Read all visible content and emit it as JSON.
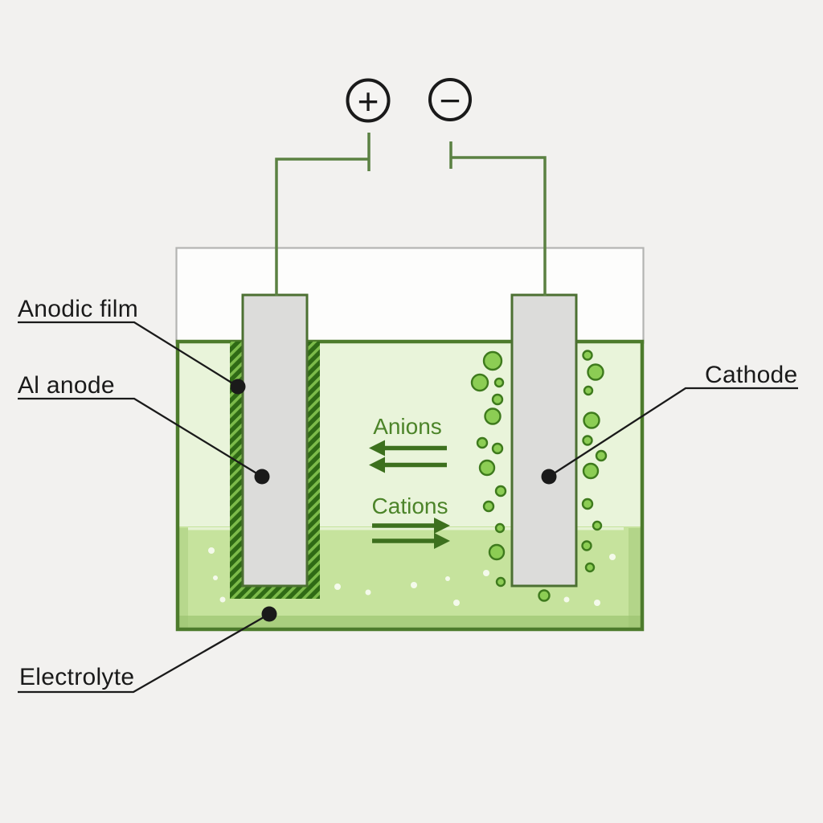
{
  "diagram": {
    "terminals": {
      "positive_symbol": "+",
      "negative_symbol": "−"
    },
    "callouts": {
      "anodic_film": "Anodic film",
      "al_anode": "Al anode",
      "cathode": "Cathode",
      "electrolyte": "Electrolyte"
    },
    "ion_flow": {
      "anions_label": "Anions",
      "cations_label": "Cations"
    }
  },
  "colors": {
    "bg": "#f2f1ef",
    "ink": "#1a1a1a",
    "tank_upper_fill": "#fdfdfc",
    "tank_upper_border": "#b4b4b2",
    "tank_border": "#4d7b2c",
    "liquid_light": "#e9f4da",
    "liquid_mid": "#c6e39d",
    "liquid_shadow": "#9cc470",
    "film_base": "#2f6a15",
    "film_stripe": "#7cbb4a",
    "electrode_fill": "#dcdcda",
    "electrode_border": "#4c7032",
    "wire": "#5b8142",
    "arrow": "#3d701e",
    "ion_text": "#4c8429",
    "bubble_fill": "#8ccd54",
    "bubble_stroke": "#3e7a1d",
    "terminal_fill": "#f5f4f2"
  },
  "decorations": {
    "bubbles": [
      [
        613,
        449,
        11
      ],
      [
        597,
        476,
        10
      ],
      [
        621,
        476,
        5
      ],
      [
        619,
        497,
        6
      ],
      [
        613,
        518,
        9.5
      ],
      [
        600,
        551,
        6
      ],
      [
        619,
        558,
        6
      ],
      [
        606,
        582,
        9
      ],
      [
        623,
        611,
        6
      ],
      [
        608,
        630,
        6
      ],
      [
        622,
        657,
        5
      ],
      [
        618,
        687,
        9
      ],
      [
        623,
        724,
        5
      ],
      [
        677,
        741,
        6.5
      ],
      [
        731,
        442,
        5.5
      ],
      [
        741,
        463,
        9.5
      ],
      [
        732,
        486,
        5
      ],
      [
        736,
        523,
        9.5
      ],
      [
        731,
        548,
        5.5
      ],
      [
        748,
        567,
        6
      ],
      [
        735,
        586,
        9
      ],
      [
        731,
        627,
        6
      ],
      [
        743,
        654,
        5
      ],
      [
        730,
        679,
        5.5
      ],
      [
        734,
        706,
        5
      ]
    ],
    "speckles": [
      [
        263,
        685,
        4
      ],
      [
        268,
        719,
        3
      ],
      [
        277,
        746,
        3.5
      ],
      [
        420,
        730,
        4
      ],
      [
        458,
        737,
        3.5
      ],
      [
        515,
        728,
        4
      ],
      [
        557,
        720,
        3
      ],
      [
        568,
        750,
        4
      ],
      [
        605,
        713,
        4
      ],
      [
        762,
        693,
        4
      ],
      [
        705,
        746,
        3.5
      ],
      [
        743,
        750,
        4
      ]
    ]
  }
}
